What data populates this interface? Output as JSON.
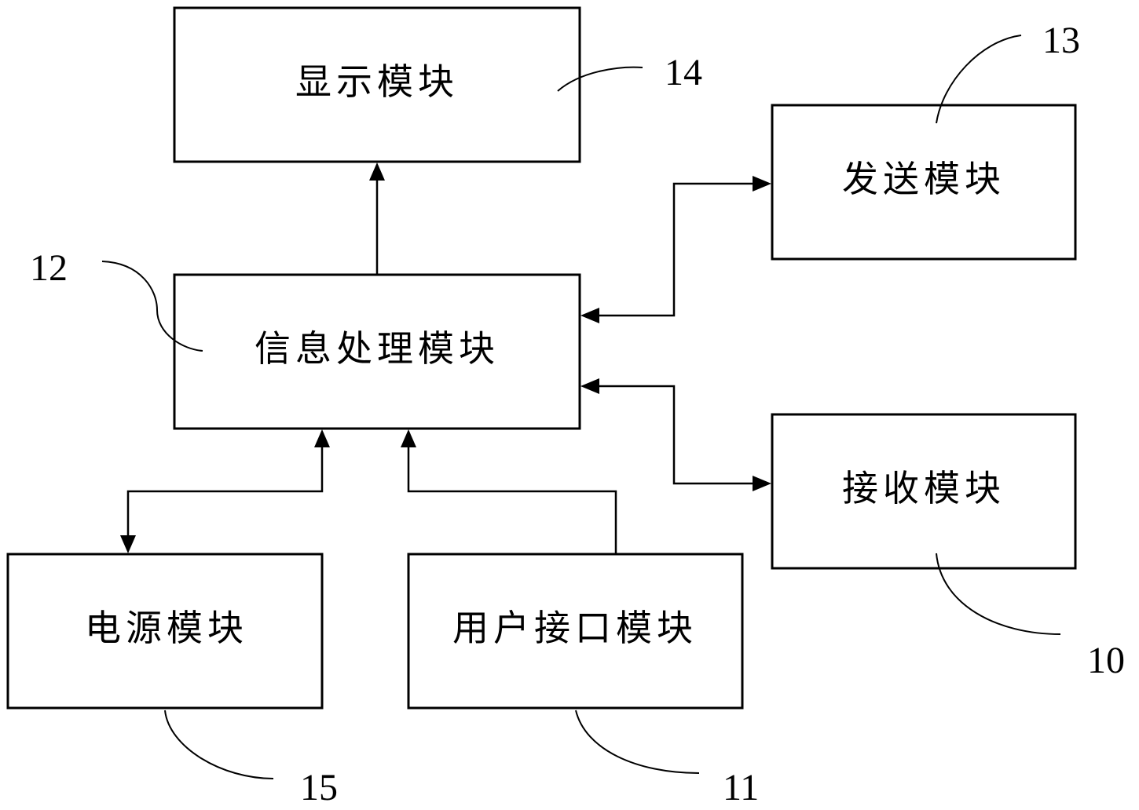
{
  "modules": {
    "display": {
      "label": "显示模块",
      "ref": "14"
    },
    "send": {
      "label": "发送模块",
      "ref": "13"
    },
    "info_processing": {
      "label": "信息处理模块",
      "ref": "12"
    },
    "receive": {
      "label": "接收模块",
      "ref": "10"
    },
    "power": {
      "label": "电源模块",
      "ref": "15"
    },
    "user_interface": {
      "label": "用户接口模块",
      "ref": "11"
    }
  }
}
